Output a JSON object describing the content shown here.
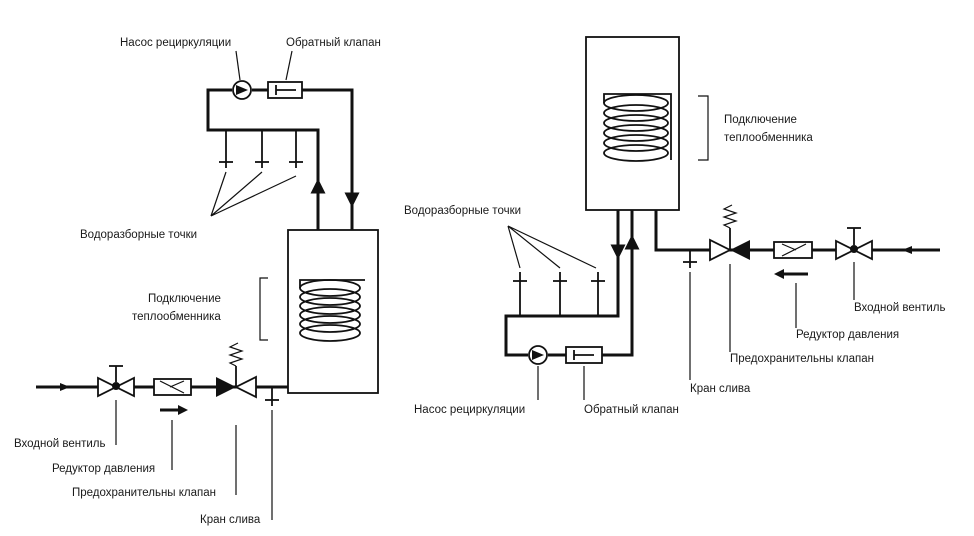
{
  "left_diagram": {
    "pump_label": "Насос рециркуляции",
    "check_valve_label": "Обратный клапан",
    "draw_points_label": "Водоразборные точки",
    "heat_exchanger_label_line1": "Подключение",
    "heat_exchanger_label_line2": "теплообменника",
    "inlet_valve_label": "Входной вентиль",
    "pressure_reducer_label": "Редуктор давления",
    "safety_valve_label": "Предохранительны клапан",
    "drain_valve_label": "Кран слива"
  },
  "right_diagram": {
    "pump_label": "Насос рециркуляции",
    "check_valve_label": "Обратный клапан",
    "draw_points_label": "Водоразборные точки",
    "heat_exchanger_label_line1": "Подключение",
    "heat_exchanger_label_line2": "теплообменника",
    "inlet_valve_label": "Входной вентиль",
    "pressure_reducer_label": "Редуктор давления",
    "safety_valve_label": "Предохранительны клапан",
    "drain_valve_label": "Кран слива"
  },
  "colors": {
    "line": "#111111",
    "background": "#ffffff"
  }
}
